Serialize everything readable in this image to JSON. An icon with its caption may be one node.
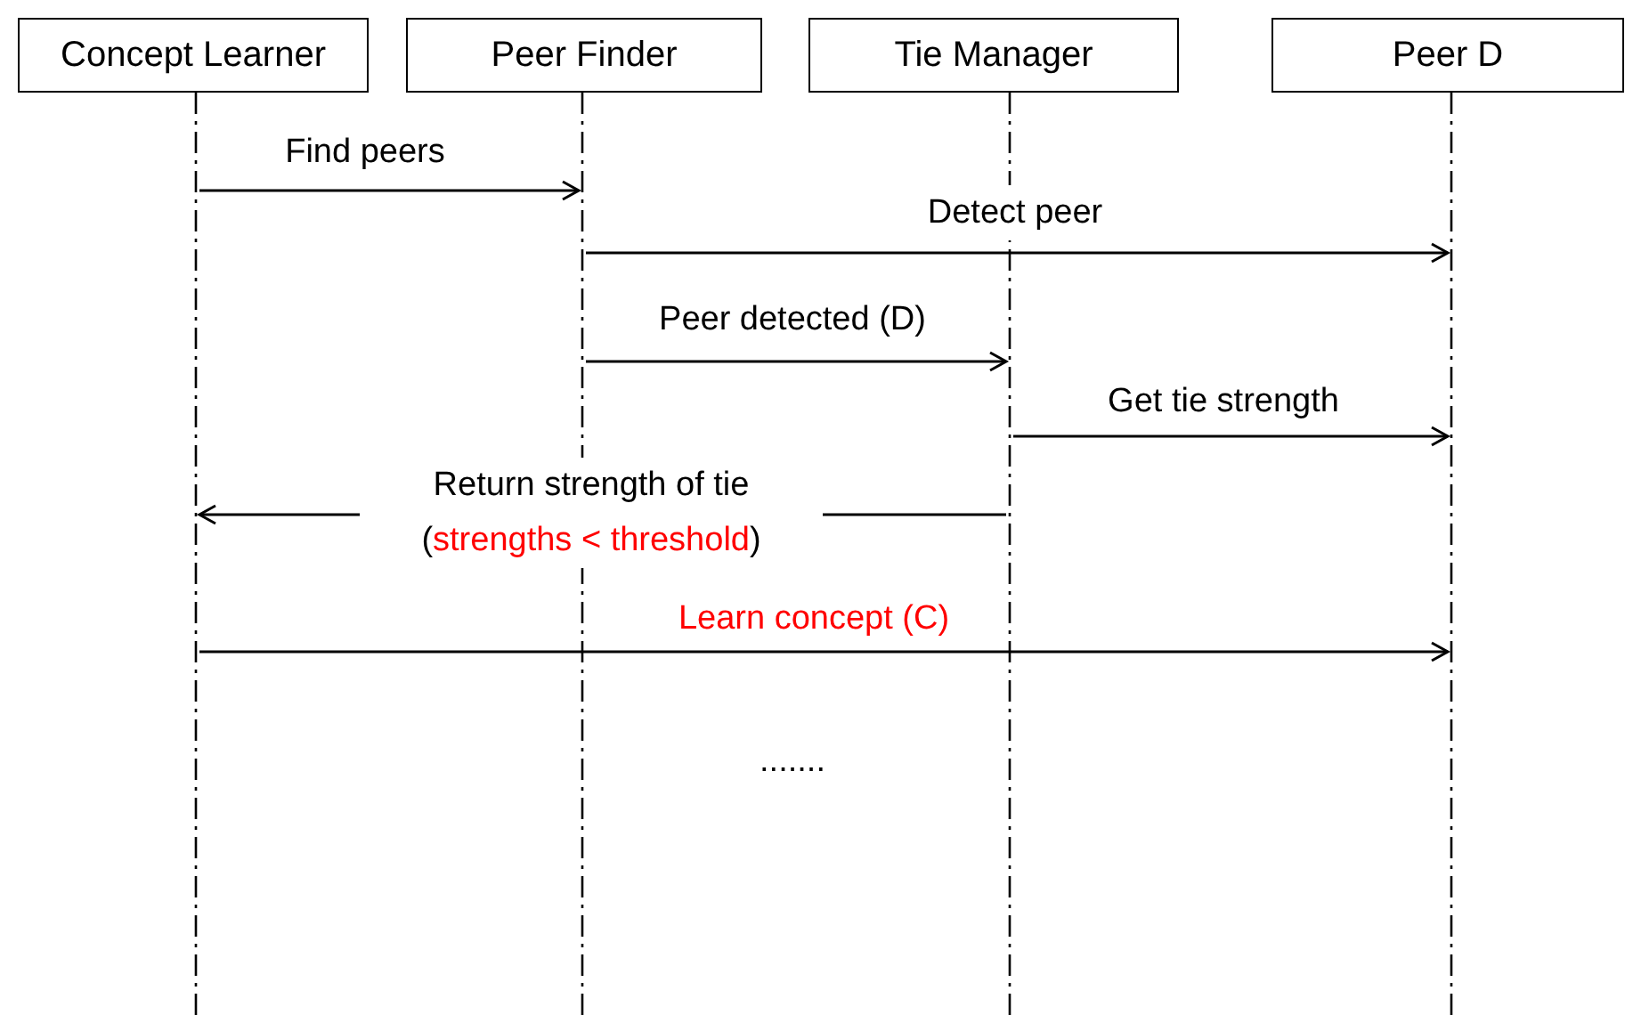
{
  "diagram": {
    "nodes": [
      {
        "text": [
          "Concept Learner"
        ]
      },
      {
        "text": [
          "Peer Finder"
        ]
      },
      {
        "text": [
          "Tie Manager"
        ]
      },
      {
        "text": [
          "Peer D"
        ]
      },
      {
        "text": [],
        "shape": "bar"
      },
      {
        "text": [],
        "shape": "bar"
      },
      {
        "text": [],
        "shape": "bar"
      },
      {
        "text": [],
        "shape": "bar"
      }
    ],
    "edges": [
      {
        "from": 4,
        "to": 5,
        "arrow": "to",
        "label": "Find peers"
      },
      {
        "from": 5,
        "to": 7,
        "arrow": "to",
        "label": "Detect peer"
      },
      {
        "from": 5,
        "to": 6,
        "arrow": "to",
        "label": "Peer detected (D)"
      },
      {
        "from": 6,
        "to": 7,
        "arrow": "to",
        "label": "Get tie strength"
      },
      {
        "from": 6,
        "to": 4,
        "arrow": "to",
        "label": "Return strength of tie (*strengths < threshold*)"
      },
      {
        "from": 4,
        "to": 7,
        "arrow": "to",
        "label": "Learn concept (C)"
      }
    ],
    "labels": [
      "......."
    ]
  }
}
